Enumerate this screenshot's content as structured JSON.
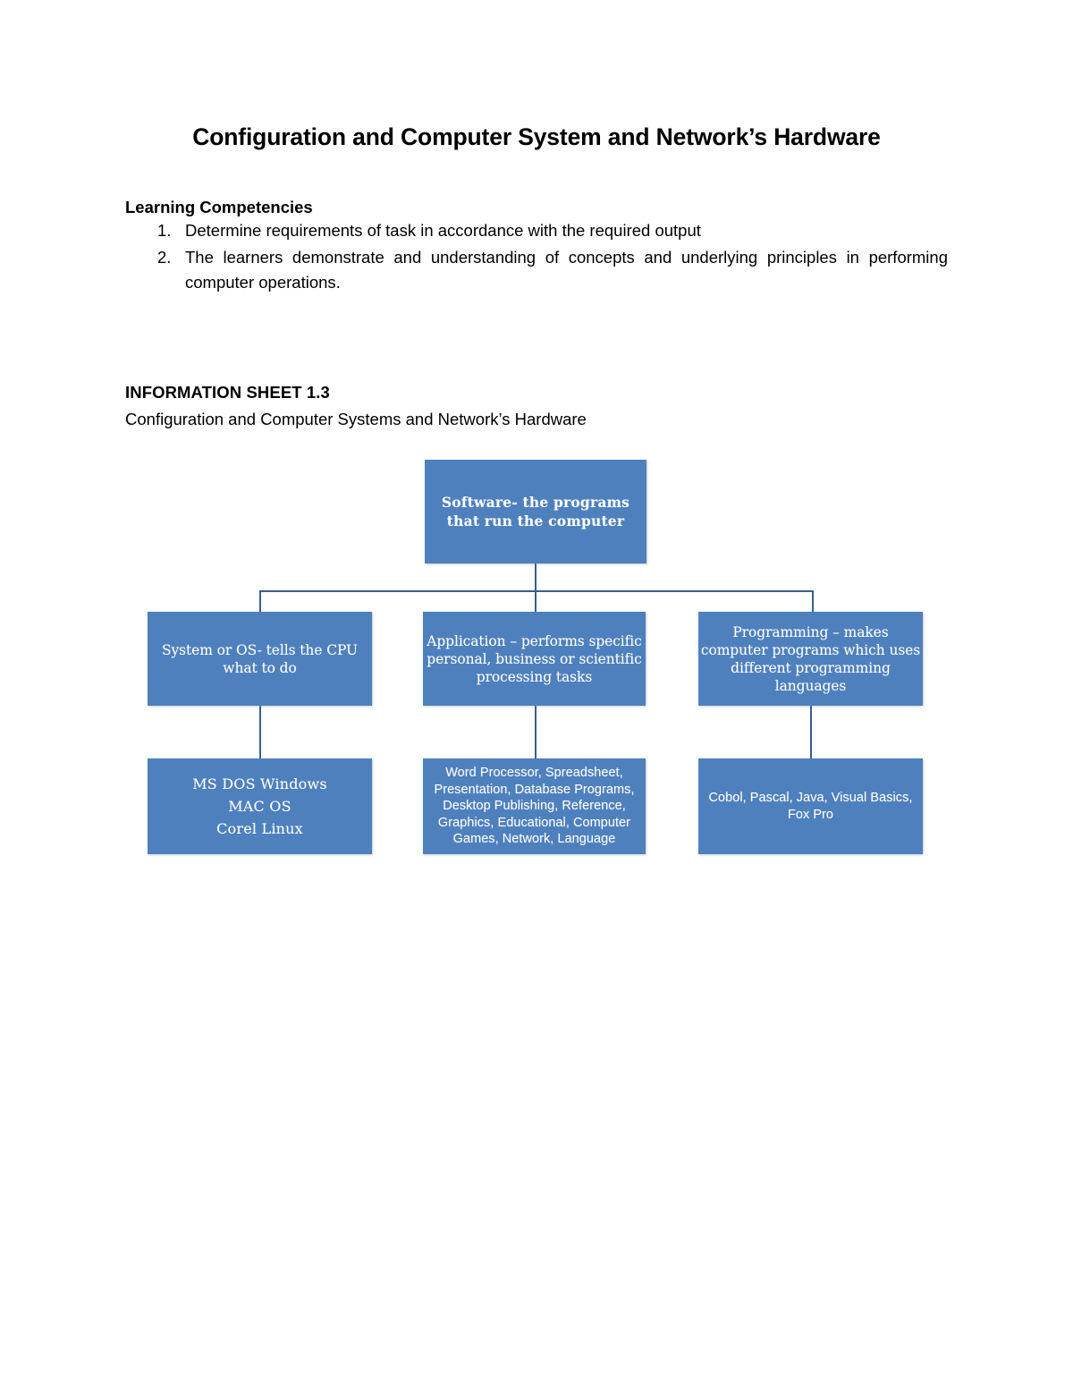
{
  "document": {
    "title": "Configuration and Computer System and Network’s Hardware",
    "competencies_heading": "Learning Competencies",
    "competencies": [
      {
        "number": "1.",
        "text": "Determine requirements of task in accordance with the required output"
      },
      {
        "number": "2.",
        "text": "The learners demonstrate and understanding of concepts and underlying principles in performing computer operations."
      }
    ],
    "info_sheet_heading": "INFORMATION SHEET 1.3",
    "info_sheet_subtitle": "Configuration and Computer Systems and Network’s Hardware"
  },
  "diagram": {
    "accent_color": "#4e80bd",
    "connector_color": "#3a5f8a",
    "text_color": "#ffffff",
    "root": {
      "label": "Software- the programs that run the computer"
    },
    "categories": [
      {
        "label": "System or OS- tells the CPU what to do",
        "examples": "MS DOS Windows\nMAC OS\nCorel Linux"
      },
      {
        "label": "Application – performs specific personal, business or scientific processing tasks",
        "examples": "Word Processor, Spreadsheet, Presentation, Database Programs, Desktop Publishing, Reference, Graphics, Educational, Computer Games, Network, Language"
      },
      {
        "label": "Programming – makes computer programs which uses different programming languages",
        "examples": "Cobol, Pascal, Java, Visual Basics, Fox Pro"
      }
    ]
  }
}
